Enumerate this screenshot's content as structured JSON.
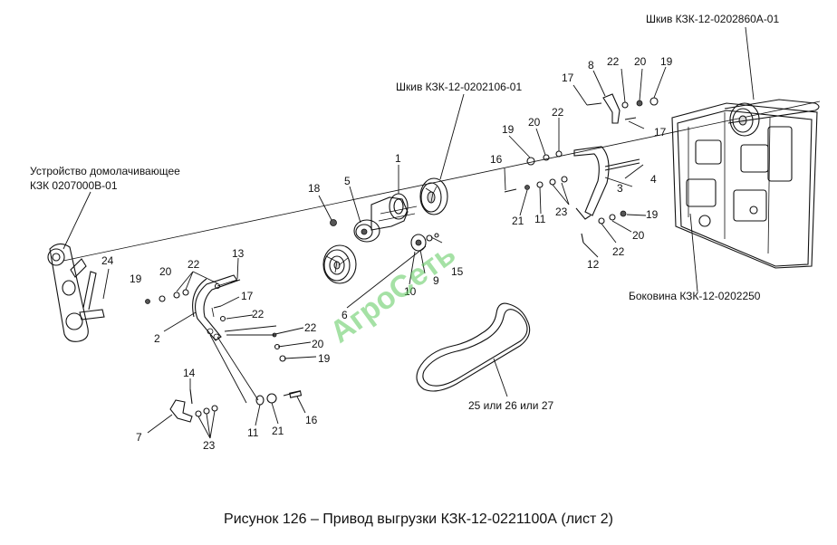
{
  "caption": "Рисунок 126 – Привод выгрузки КЗК-12-0221100А (лист 2)",
  "watermark": "АгроСеть",
  "callouts": {
    "c1": "1",
    "c2": "2",
    "c3": "3",
    "c4": "4",
    "c5": "5",
    "c6": "6",
    "c7": "7",
    "c8": "8",
    "c9": "9",
    "c10": "10",
    "c11a": "11",
    "c11b": "11",
    "c12": "12",
    "c13": "13",
    "c14": "14",
    "c15": "15",
    "c16a": "16",
    "c16b": "16",
    "c17a": "17",
    "c17b": "17",
    "c17c": "17",
    "c18": "18",
    "c19a": "19",
    "c19b": "19",
    "c19c": "19",
    "c19d": "19",
    "c19e": "19",
    "c20a": "20",
    "c20b": "20",
    "c20c": "20",
    "c20d": "20",
    "c20e": "20",
    "c21a": "21",
    "c21b": "21",
    "c22a": "22",
    "c22b": "22",
    "c22c": "22",
    "c22d": "22",
    "c22e": "22",
    "c22f": "22",
    "c23a": "23",
    "c23b": "23",
    "c24": "24"
  },
  "named_parts": {
    "pulley_top_right": "Шкив КЗК-12-0202860А-01",
    "pulley_center": "Шкив КЗК-12-0202106-01",
    "device_line1": "Устройство домолачивающее",
    "device_line2": "КЗК 0207000В-01",
    "side_panel": "Боковина КЗК-12-0202250",
    "belt": "25 или 26 или 27"
  }
}
